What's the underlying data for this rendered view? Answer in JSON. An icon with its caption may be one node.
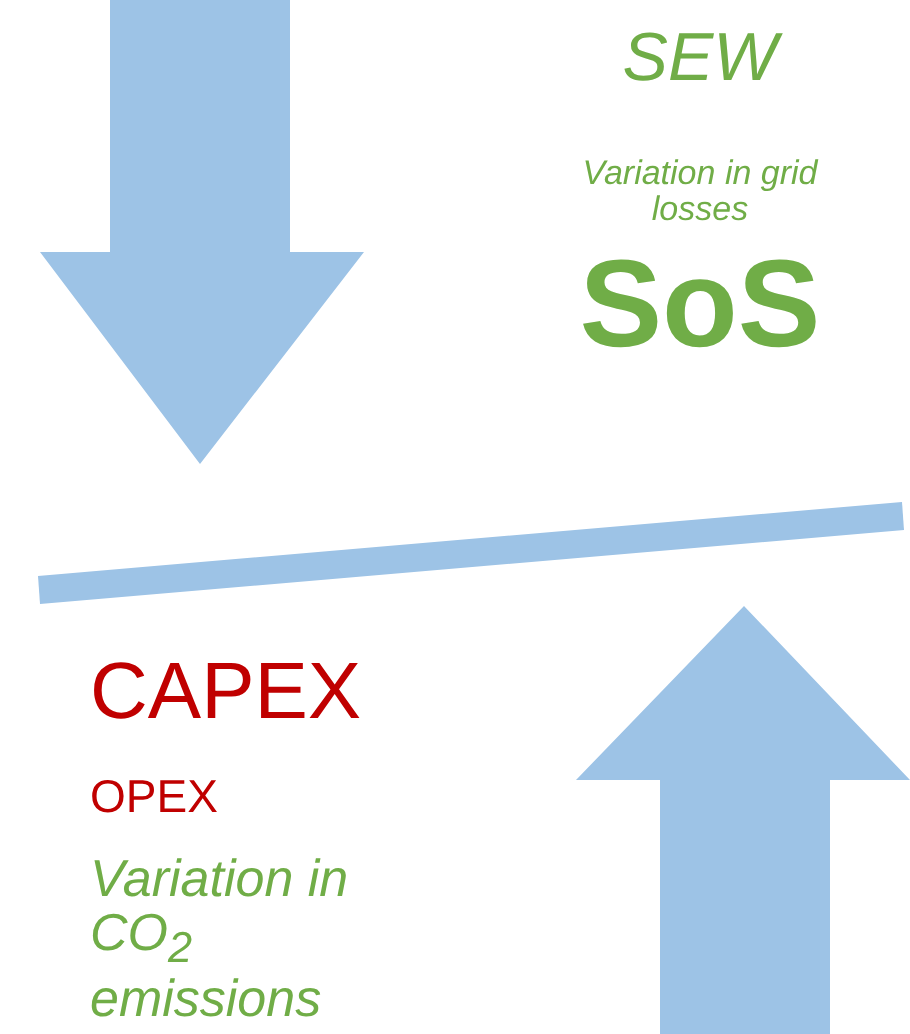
{
  "diagram": {
    "labels": [
      "SEW",
      "Variation in grid losses",
      "SoS",
      "CAPEX",
      "OPEX",
      "Variation in CO$_{2}$ emissions"
    ]
  }
}
